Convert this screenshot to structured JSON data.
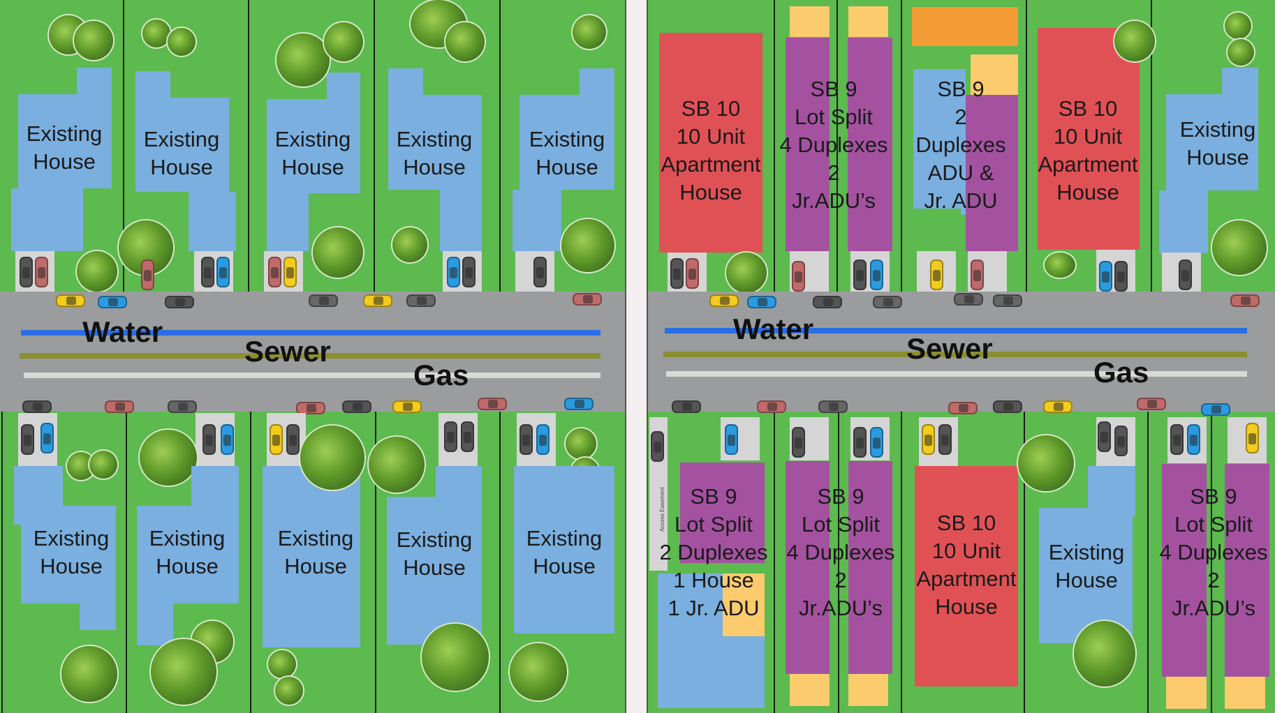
{
  "diagram": {
    "title": "",
    "panels": [
      {
        "id": "before",
        "description": "Existing neighborhood"
      },
      {
        "id": "after",
        "description": "SB 9 / SB 10 redevelopment"
      }
    ],
    "utilities": {
      "water": {
        "label": "Water",
        "color": "#2a6ee6"
      },
      "sewer": {
        "label": "Sewer",
        "color": "#8c8f30"
      },
      "gas": {
        "label": "Gas",
        "color": "#d9d9d6"
      }
    },
    "colors": {
      "grass": "#5cba4f",
      "road": "#9b9c9e",
      "existing_house": "#7aafdf",
      "sb10_apartment": "#e05156",
      "sb9_duplex": "#a452a0",
      "adu": "#fbcb6e",
      "garage": "#f39b34",
      "driveway": "#d5d5d5"
    },
    "left": {
      "top_lots": [
        {
          "label": "Existing House"
        },
        {
          "label": "Existing House"
        },
        {
          "label": "Existing House"
        },
        {
          "label": "Existing House"
        },
        {
          "label": "Existing House"
        }
      ],
      "bottom_lots": [
        {
          "label": "Existing House"
        },
        {
          "label": "Existing House"
        },
        {
          "label": "Existing House"
        },
        {
          "label": "Existing House"
        },
        {
          "label": "Existing House"
        }
      ]
    },
    "right": {
      "top_lots": [
        {
          "label": "SB 10 10 Unit Apartment House",
          "lines": [
            "SB 10",
            "10 Unit",
            "Apartment",
            "House"
          ]
        },
        {
          "label": "SB 9 Lot Split 4 Duplexes 2 Jr.ADU's",
          "lines": [
            "SB 9",
            "Lot Split",
            "4 Duplexes",
            "2",
            "Jr.ADU’s"
          ]
        },
        {
          "label": "SB 9 2 Duplexes ADU & Jr. ADU",
          "lines": [
            "SB 9",
            "2",
            "Duplexes",
            "ADU &",
            "Jr. ADU"
          ]
        },
        {
          "label": "SB 10 10 Unit Apartment House",
          "lines": [
            "SB 10",
            "10 Unit",
            "Apartment",
            "House"
          ]
        },
        {
          "label": "Existing House",
          "lines": [
            "Existing",
            "House"
          ]
        }
      ],
      "bottom_lots": [
        {
          "label": "SB 9 Lot Split 2 Duplexes 1 House 1 Jr. ADU",
          "lines": [
            "SB 9",
            "Lot Split",
            "2 Duplexes",
            "1 House",
            "1 Jr. ADU"
          ],
          "easement": "Access Easement"
        },
        {
          "label": "SB 9 Lot Split 4 Duplexes 2 Jr.ADU's",
          "lines": [
            "SB 9",
            "Lot Split",
            "4 Duplexes",
            "2",
            "Jr.ADU’s"
          ]
        },
        {
          "label": "SB 10 10 Unit Apartment House",
          "lines": [
            "SB 10",
            "10 Unit",
            "Apartment",
            "House"
          ]
        },
        {
          "label": "Existing House",
          "lines": [
            "Existing",
            "House"
          ]
        },
        {
          "label": "SB 9 Lot Split 4 Duplexes 2 Jr.ADU's",
          "lines": [
            "SB 9",
            "Lot Split",
            "4 Duplexes",
            "2",
            "Jr.ADU’s"
          ]
        }
      ]
    },
    "existing_lines": [
      "Existing",
      "House"
    ]
  }
}
